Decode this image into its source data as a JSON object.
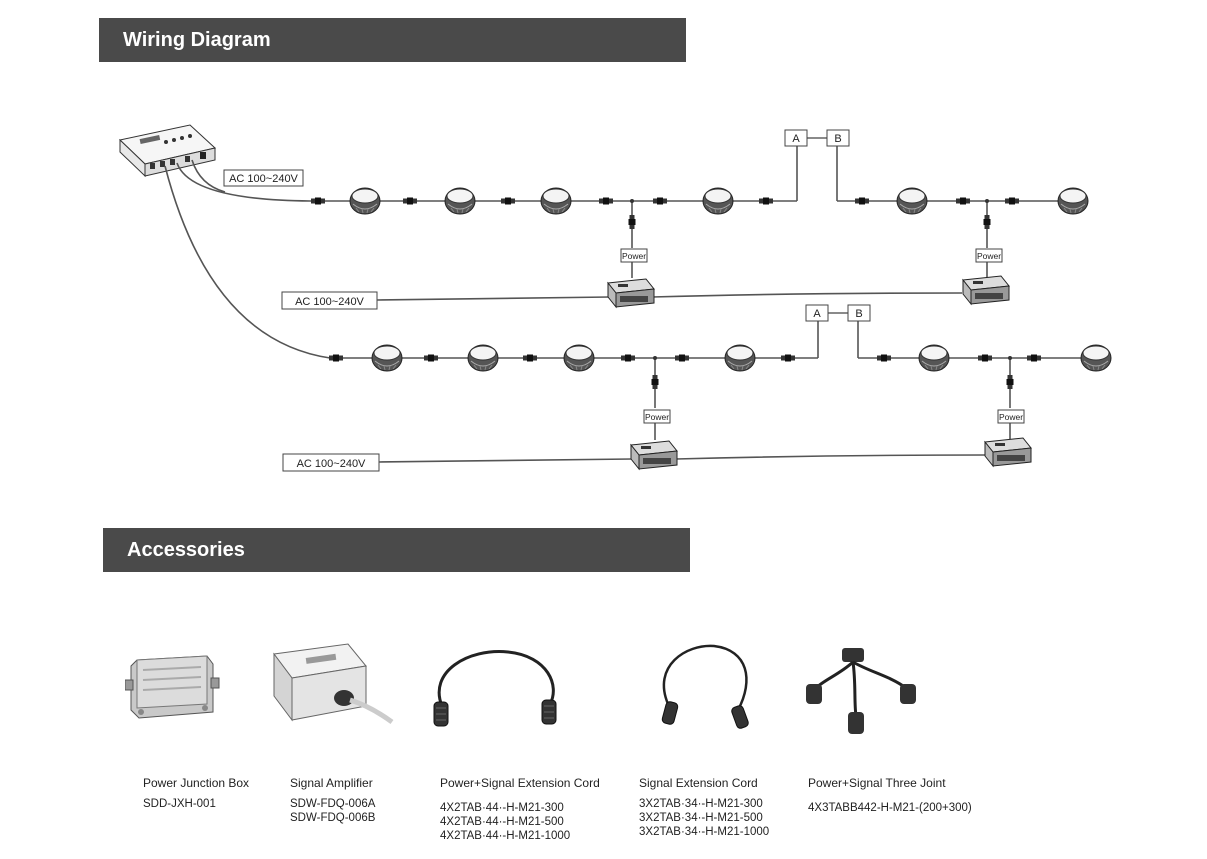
{
  "sections": {
    "wiring_title": "Wiring Diagram",
    "accessories_title": "Accessories"
  },
  "diagram": {
    "ac_label": "AC 100~240V",
    "power_label": "Power",
    "a_label": "A",
    "b_label": "B"
  },
  "accessories": [
    {
      "name": "Power Junction Box",
      "models": [
        "SDD-JXH-001"
      ],
      "icon": "junction-box-icon"
    },
    {
      "name": "Signal Amplifier",
      "models": [
        "SDW-FDQ-006A",
        "SDW-FDQ-006B"
      ],
      "icon": "signal-amplifier-icon"
    },
    {
      "name": "Power+Signal Extension Cord",
      "models": [
        "4X2TAB·44·-H-M21-300",
        "4X2TAB·44·-H-M21-500",
        "4X2TAB·44·-H-M21-1000"
      ],
      "icon": "extension-cord-icon"
    },
    {
      "name": "Signal Extension Cord",
      "models": [
        "3X2TAB·34·-H-M21-300",
        "3X2TAB·34·-H-M21-500",
        "3X2TAB·34·-H-M21-1000"
      ],
      "icon": "signal-cord-icon"
    },
    {
      "name": "Power+Signal Three Joint",
      "models": [
        "4X3TABB442-H-M21-(200+300)"
      ],
      "icon": "three-joint-icon"
    }
  ]
}
